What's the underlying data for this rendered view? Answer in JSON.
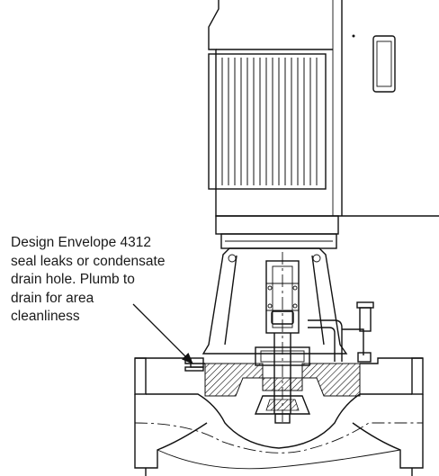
{
  "callout": {
    "lines": [
      "Design Envelope 4312",
      "seal leaks or condensate",
      "drain hole. Plumb to",
      "drain for area",
      "cleanliness"
    ]
  },
  "colors": {
    "ink": "#111111",
    "background": "#ffffff"
  }
}
